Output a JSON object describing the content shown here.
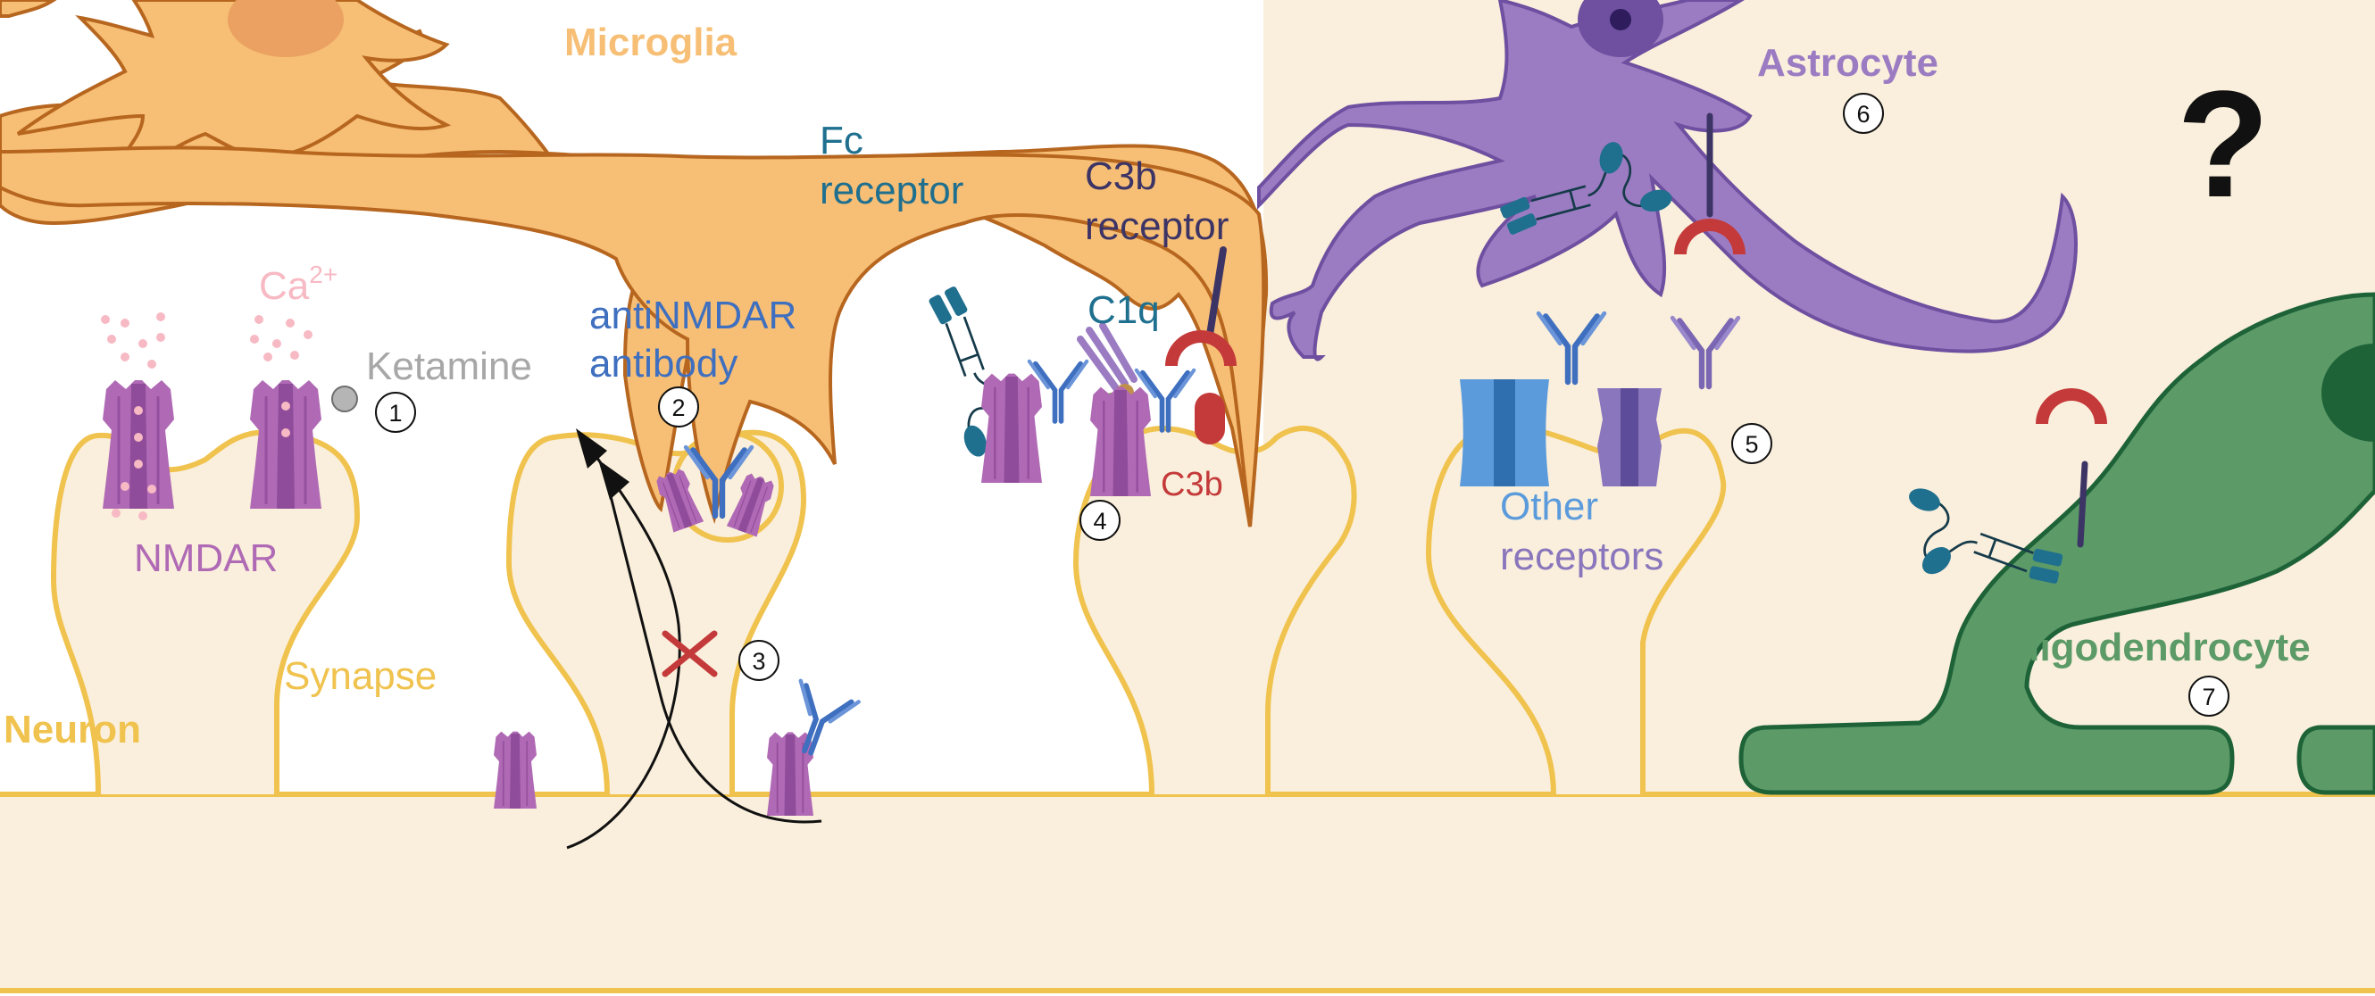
{
  "labels": {
    "microglia": "Microglia",
    "astrocyte": "Astrocyte",
    "question": "?",
    "fc_line1": "Fc",
    "fc_line2": "receptor",
    "c3b_receptor_line1": "C3b",
    "c3b_receptor_line2": "receptor",
    "c1q": "C1q",
    "c3b": "C3b",
    "ca": "Ca",
    "ca_sup": "2+",
    "ketamine": "Ketamine",
    "antibody_line1": "antiNMDAR",
    "antibody_line2": "antibody",
    "nmdar": "NMDAR",
    "synapse": "Synapse",
    "neuron": "Neuron",
    "other_line1": "Other",
    "other_line2": "receptors",
    "oligodendrocyte": "Oligodendrocyte"
  },
  "steps": [
    "1",
    "2",
    "3",
    "4",
    "5",
    "6",
    "7"
  ],
  "colors": {
    "neuron_outline": "#f0c24e",
    "neuron_fill": "#faefdc",
    "microglia": "#f7bf75",
    "microglia_outline": "#b7661f",
    "astrocyte": "#9b7cc2",
    "oligodendrocyte": "#5c9a67",
    "oligodendrocyte_outline": "#1e6238",
    "nmdar": "#b06ab5",
    "antibody": "#3f6fbf",
    "fc_receptor": "#1f6f8f",
    "c3b": "#c43a3a",
    "c3b_receptor": "#3d3466"
  }
}
